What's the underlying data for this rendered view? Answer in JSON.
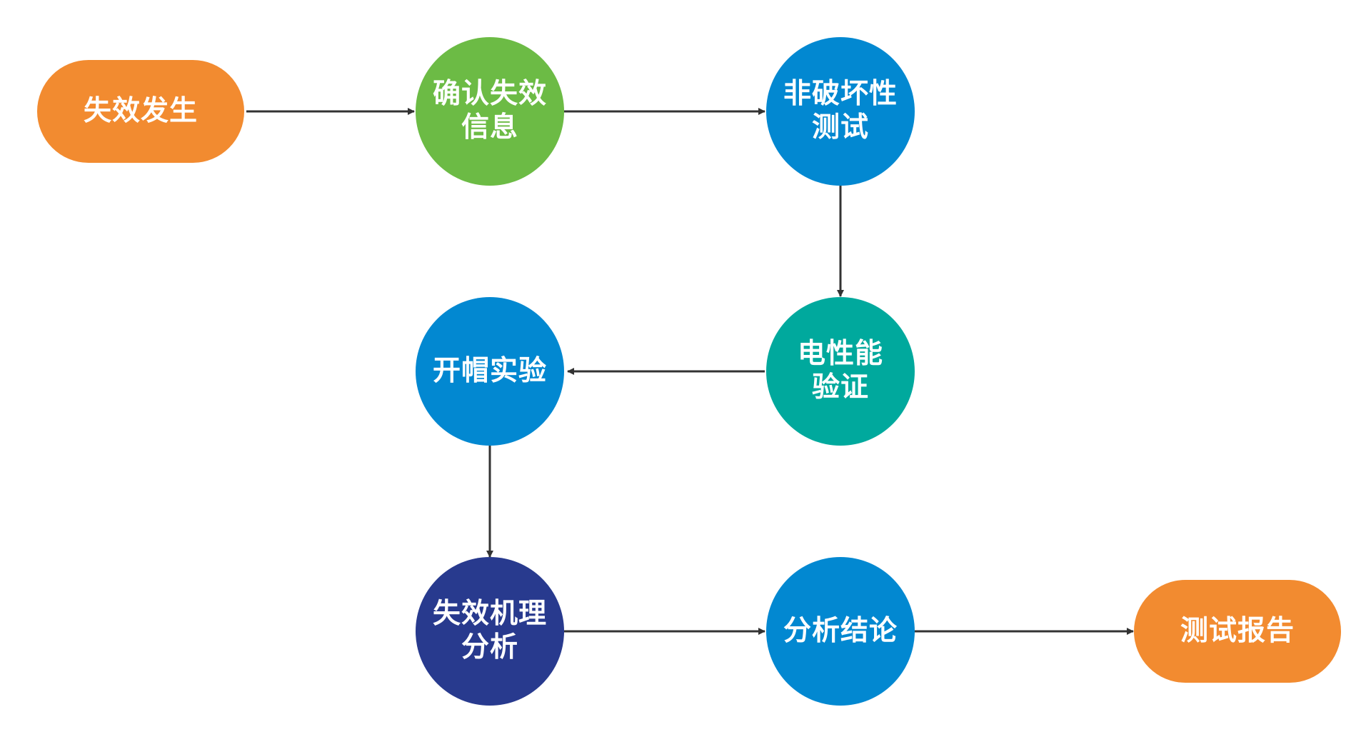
{
  "nodes": {
    "start": {
      "label": "失效发生",
      "color": "#F28B30"
    },
    "confirm": {
      "label": "确认失效\n信息",
      "color": "#6CBB45"
    },
    "nondestructive": {
      "label": "非破坏性\n测试",
      "color": "#0288D1"
    },
    "electrical": {
      "label": "电性能\n验证",
      "color": "#00A99D"
    },
    "decap": {
      "label": "开帽实验",
      "color": "#0288D1"
    },
    "mechanism": {
      "label": "失效机理\n分析",
      "color": "#283A8E"
    },
    "conclusion": {
      "label": "分析结论",
      "color": "#0288D1"
    },
    "report": {
      "label": "测试报告",
      "color": "#F28B30"
    }
  },
  "edges": [
    {
      "from": "start",
      "to": "confirm"
    },
    {
      "from": "confirm",
      "to": "nondestructive"
    },
    {
      "from": "nondestructive",
      "to": "electrical"
    },
    {
      "from": "electrical",
      "to": "decap"
    },
    {
      "from": "decap",
      "to": "mechanism"
    },
    {
      "from": "mechanism",
      "to": "conclusion"
    },
    {
      "from": "conclusion",
      "to": "report"
    }
  ],
  "edge_color": "#333333"
}
